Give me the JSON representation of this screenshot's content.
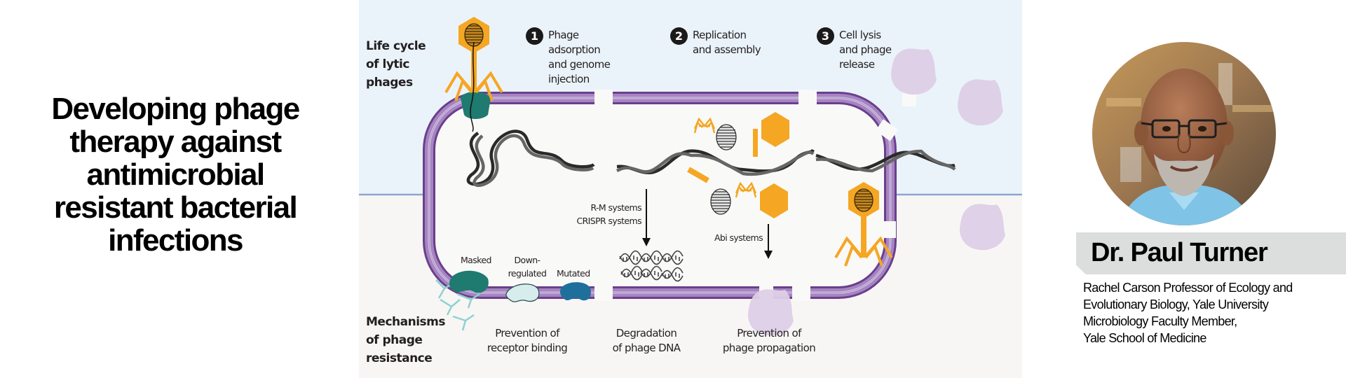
{
  "headline": {
    "lines": [
      "Developing phage",
      "therapy against",
      "antimicrobial",
      "resistant bacterial",
      "infections"
    ]
  },
  "figure": {
    "colors": {
      "upper_bg": "#eaf3fa",
      "lower_bg": "#f7f6f5",
      "divider": "#8fa5cf",
      "membrane_dark": "#6a3f8c",
      "membrane_light": "#a585c1",
      "phage": "#f5a623",
      "receptor_masked": "#1f7a70",
      "receptor_downregulated": "#d7ecec",
      "receptor_mutated": "#1f6f9c",
      "dna": "#2a2a2a",
      "lysis_blob": "#ddcfe6"
    },
    "section_labels": {
      "lifecycle": [
        "Life cycle",
        "of lytic",
        "phages"
      ],
      "mechanisms": [
        "Mechanisms",
        "of phage",
        "resistance"
      ]
    },
    "steps": [
      {
        "number": "1",
        "lines": [
          "Phage",
          "adsorption",
          "and genome",
          "injection"
        ]
      },
      {
        "number": "2",
        "lines": [
          "Replication",
          "and assembly"
        ]
      },
      {
        "number": "3",
        "lines": [
          "Cell lysis",
          "and phage",
          "release"
        ]
      }
    ],
    "receptor_labels": {
      "masked": "Masked",
      "downregulated": [
        "Down-",
        "regulated"
      ],
      "mutated": "Mutated"
    },
    "systems": {
      "rm": "R-M systems",
      "crispr": "CRISPR systems",
      "abi": "Abi systems"
    },
    "mechanism_captions": [
      [
        "Prevention of",
        "receptor binding"
      ],
      [
        "Degradation",
        "of phage DNA"
      ],
      [
        "Prevention of",
        "phage propagation"
      ]
    ]
  },
  "speaker": {
    "name": "Dr. Paul Turner",
    "affiliation_lines": [
      "Rachel Carson Professor of Ecology and",
      "Evolutionary Biology, Yale University",
      "Microbiology Faculty Member,",
      "Yale School of Medicine"
    ],
    "photo_alt": "portrait-photo"
  }
}
